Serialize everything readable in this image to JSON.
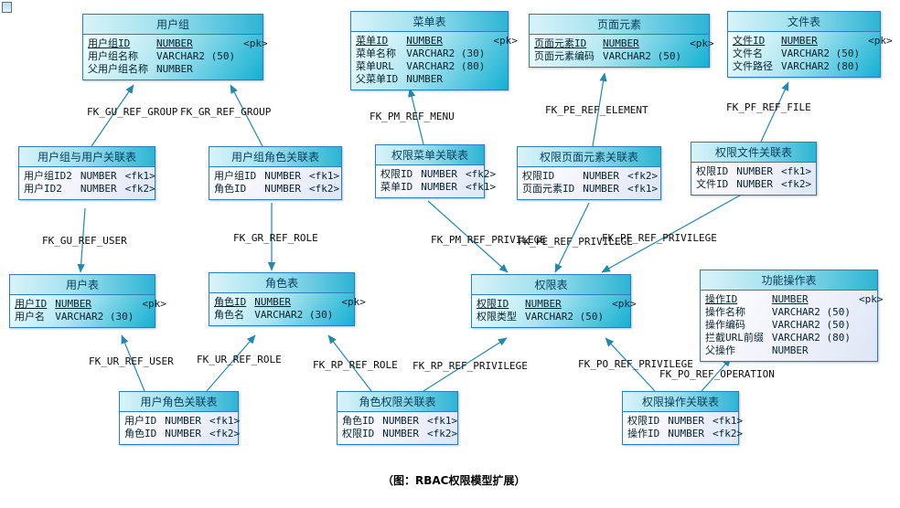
{
  "diagram": {
    "caption": "（图：RBAC权限模型扩展）"
  },
  "colors": {
    "table_border": "#2e7cb8",
    "header_gradient_start": "#d9f3f9",
    "header_gradient_end": "#2db4d4",
    "body_cyan_end": "#14b0d2",
    "arrow": "#2188ae"
  },
  "tables": [
    {
      "title": "用户组",
      "rows": [
        {
          "name": "用户组ID",
          "type": "NUMBER",
          "key": "<pk>"
        },
        {
          "name": "用户组名称",
          "type": "VARCHAR2 (50)",
          "key": ""
        },
        {
          "name": "父用户组名称",
          "type": "NUMBER",
          "key": ""
        }
      ]
    },
    {
      "title": "菜单表",
      "rows": [
        {
          "name": "菜单ID",
          "type": "NUMBER",
          "key": "<pk>"
        },
        {
          "name": "菜单名称",
          "type": "VARCHAR2 (30)",
          "key": ""
        },
        {
          "name": "菜单URL",
          "type": "VARCHAR2 (80)",
          "key": ""
        },
        {
          "name": "父菜单ID",
          "type": "NUMBER",
          "key": ""
        }
      ]
    },
    {
      "title": "页面元素",
      "rows": [
        {
          "name": "页面元素ID",
          "type": "NUMBER",
          "key": "<pk>"
        },
        {
          "name": "页面元素编码",
          "type": "VARCHAR2 (50)",
          "key": ""
        }
      ]
    },
    {
      "title": "文件表",
      "rows": [
        {
          "name": "文件ID",
          "type": "NUMBER",
          "key": "<pk>"
        },
        {
          "name": "文件名",
          "type": "VARCHAR2 (50)",
          "key": ""
        },
        {
          "name": "文件路径",
          "type": "VARCHAR2 (80)",
          "key": ""
        }
      ]
    },
    {
      "title": "用户组与用户关联表",
      "rows": [
        {
          "name": "用户组ID2",
          "type": "NUMBER",
          "key": "<fk1>"
        },
        {
          "name": "用户ID2",
          "type": "NUMBER",
          "key": "<fk2>"
        }
      ]
    },
    {
      "title": "用户组角色关联表",
      "rows": [
        {
          "name": "用户组ID",
          "type": "NUMBER",
          "key": "<fk1>"
        },
        {
          "name": "角色ID",
          "type": "NUMBER",
          "key": "<fk2>"
        }
      ]
    },
    {
      "title": "权限菜单关联表",
      "rows": [
        {
          "name": "权限ID",
          "type": "NUMBER",
          "key": "<fk2>"
        },
        {
          "name": "菜单ID",
          "type": "NUMBER",
          "key": "<fk1>"
        }
      ]
    },
    {
      "title": "权限页面元素关联表",
      "rows": [
        {
          "name": "权限ID",
          "type": "NUMBER",
          "key": "<fk2>"
        },
        {
          "name": "页面元素ID",
          "type": "NUMBER",
          "key": "<fk1>"
        }
      ]
    },
    {
      "title": "权限文件关联表",
      "rows": [
        {
          "name": "权限ID",
          "type": "NUMBER",
          "key": "<fk1>"
        },
        {
          "name": "文件ID",
          "type": "NUMBER",
          "key": "<fk2>"
        }
      ]
    },
    {
      "title": "用户表",
      "rows": [
        {
          "name": "用户ID",
          "type": "NUMBER",
          "key": "<pk>"
        },
        {
          "name": "用户名",
          "type": "VARCHAR2 (30)",
          "key": ""
        }
      ]
    },
    {
      "title": "角色表",
      "rows": [
        {
          "name": "角色ID",
          "type": "NUMBER",
          "key": "<pk>"
        },
        {
          "name": "角色名",
          "type": "VARCHAR2 (30)",
          "key": ""
        }
      ]
    },
    {
      "title": "权限表",
      "rows": [
        {
          "name": "权限ID",
          "type": "NUMBER",
          "key": "<pk>"
        },
        {
          "name": "权限类型",
          "type": "VARCHAR2 (50)",
          "key": ""
        }
      ]
    },
    {
      "title": "功能操作表",
      "rows": [
        {
          "name": "操作ID",
          "type": "NUMBER",
          "key": "<pk>"
        },
        {
          "name": "操作名称",
          "type": "VARCHAR2 (50)",
          "key": ""
        },
        {
          "name": "操作编码",
          "type": "VARCHAR2 (50)",
          "key": ""
        },
        {
          "name": "拦截URL前缀",
          "type": "VARCHAR2 (80)",
          "key": ""
        },
        {
          "name": "父操作",
          "type": "NUMBER",
          "key": ""
        }
      ]
    },
    {
      "title": "用户角色关联表",
      "rows": [
        {
          "name": "用户ID",
          "type": "NUMBER",
          "key": "<fk1>"
        },
        {
          "name": "角色ID",
          "type": "NUMBER",
          "key": "<fk2>"
        }
      ]
    },
    {
      "title": "角色权限关联表",
      "rows": [
        {
          "name": "角色ID",
          "type": "NUMBER",
          "key": "<fk1>"
        },
        {
          "name": "权限ID",
          "type": "NUMBER",
          "key": "<fk2>"
        }
      ]
    },
    {
      "title": "权限操作关联表",
      "rows": [
        {
          "name": "权限ID",
          "type": "NUMBER",
          "key": "<fk1>"
        },
        {
          "name": "操作ID",
          "type": "NUMBER",
          "key": "<fk2>"
        }
      ]
    }
  ],
  "fk_labels": [
    {
      "text": "FK_GU_REF_GROUP"
    },
    {
      "text": "FK_GR_REF_GROUP"
    },
    {
      "text": "FK_PM_REF_MENU"
    },
    {
      "text": "FK_PE_REF_ELEMENT"
    },
    {
      "text": "FK_PF_REF_FILE"
    },
    {
      "text": "FK_GU_REF_USER"
    },
    {
      "text": "FK_GR_REF_ROLE"
    },
    {
      "text": "FK_PM_REF_PRIVILEGE"
    },
    {
      "text": "FK_PE_REF_PRIVILEGE"
    },
    {
      "text": "FK_PF_REF_PRIVILEGE"
    },
    {
      "text": "FK_UR_REF_USER"
    },
    {
      "text": "FK_UR_REF_ROLE"
    },
    {
      "text": "FK_RP_REF_ROLE"
    },
    {
      "text": "FK_RP_REF_PRIVILEGE"
    },
    {
      "text": "FK_PO_REF_PRIVILEGE"
    },
    {
      "text": "FK_PO_REF_OPERATION"
    }
  ]
}
